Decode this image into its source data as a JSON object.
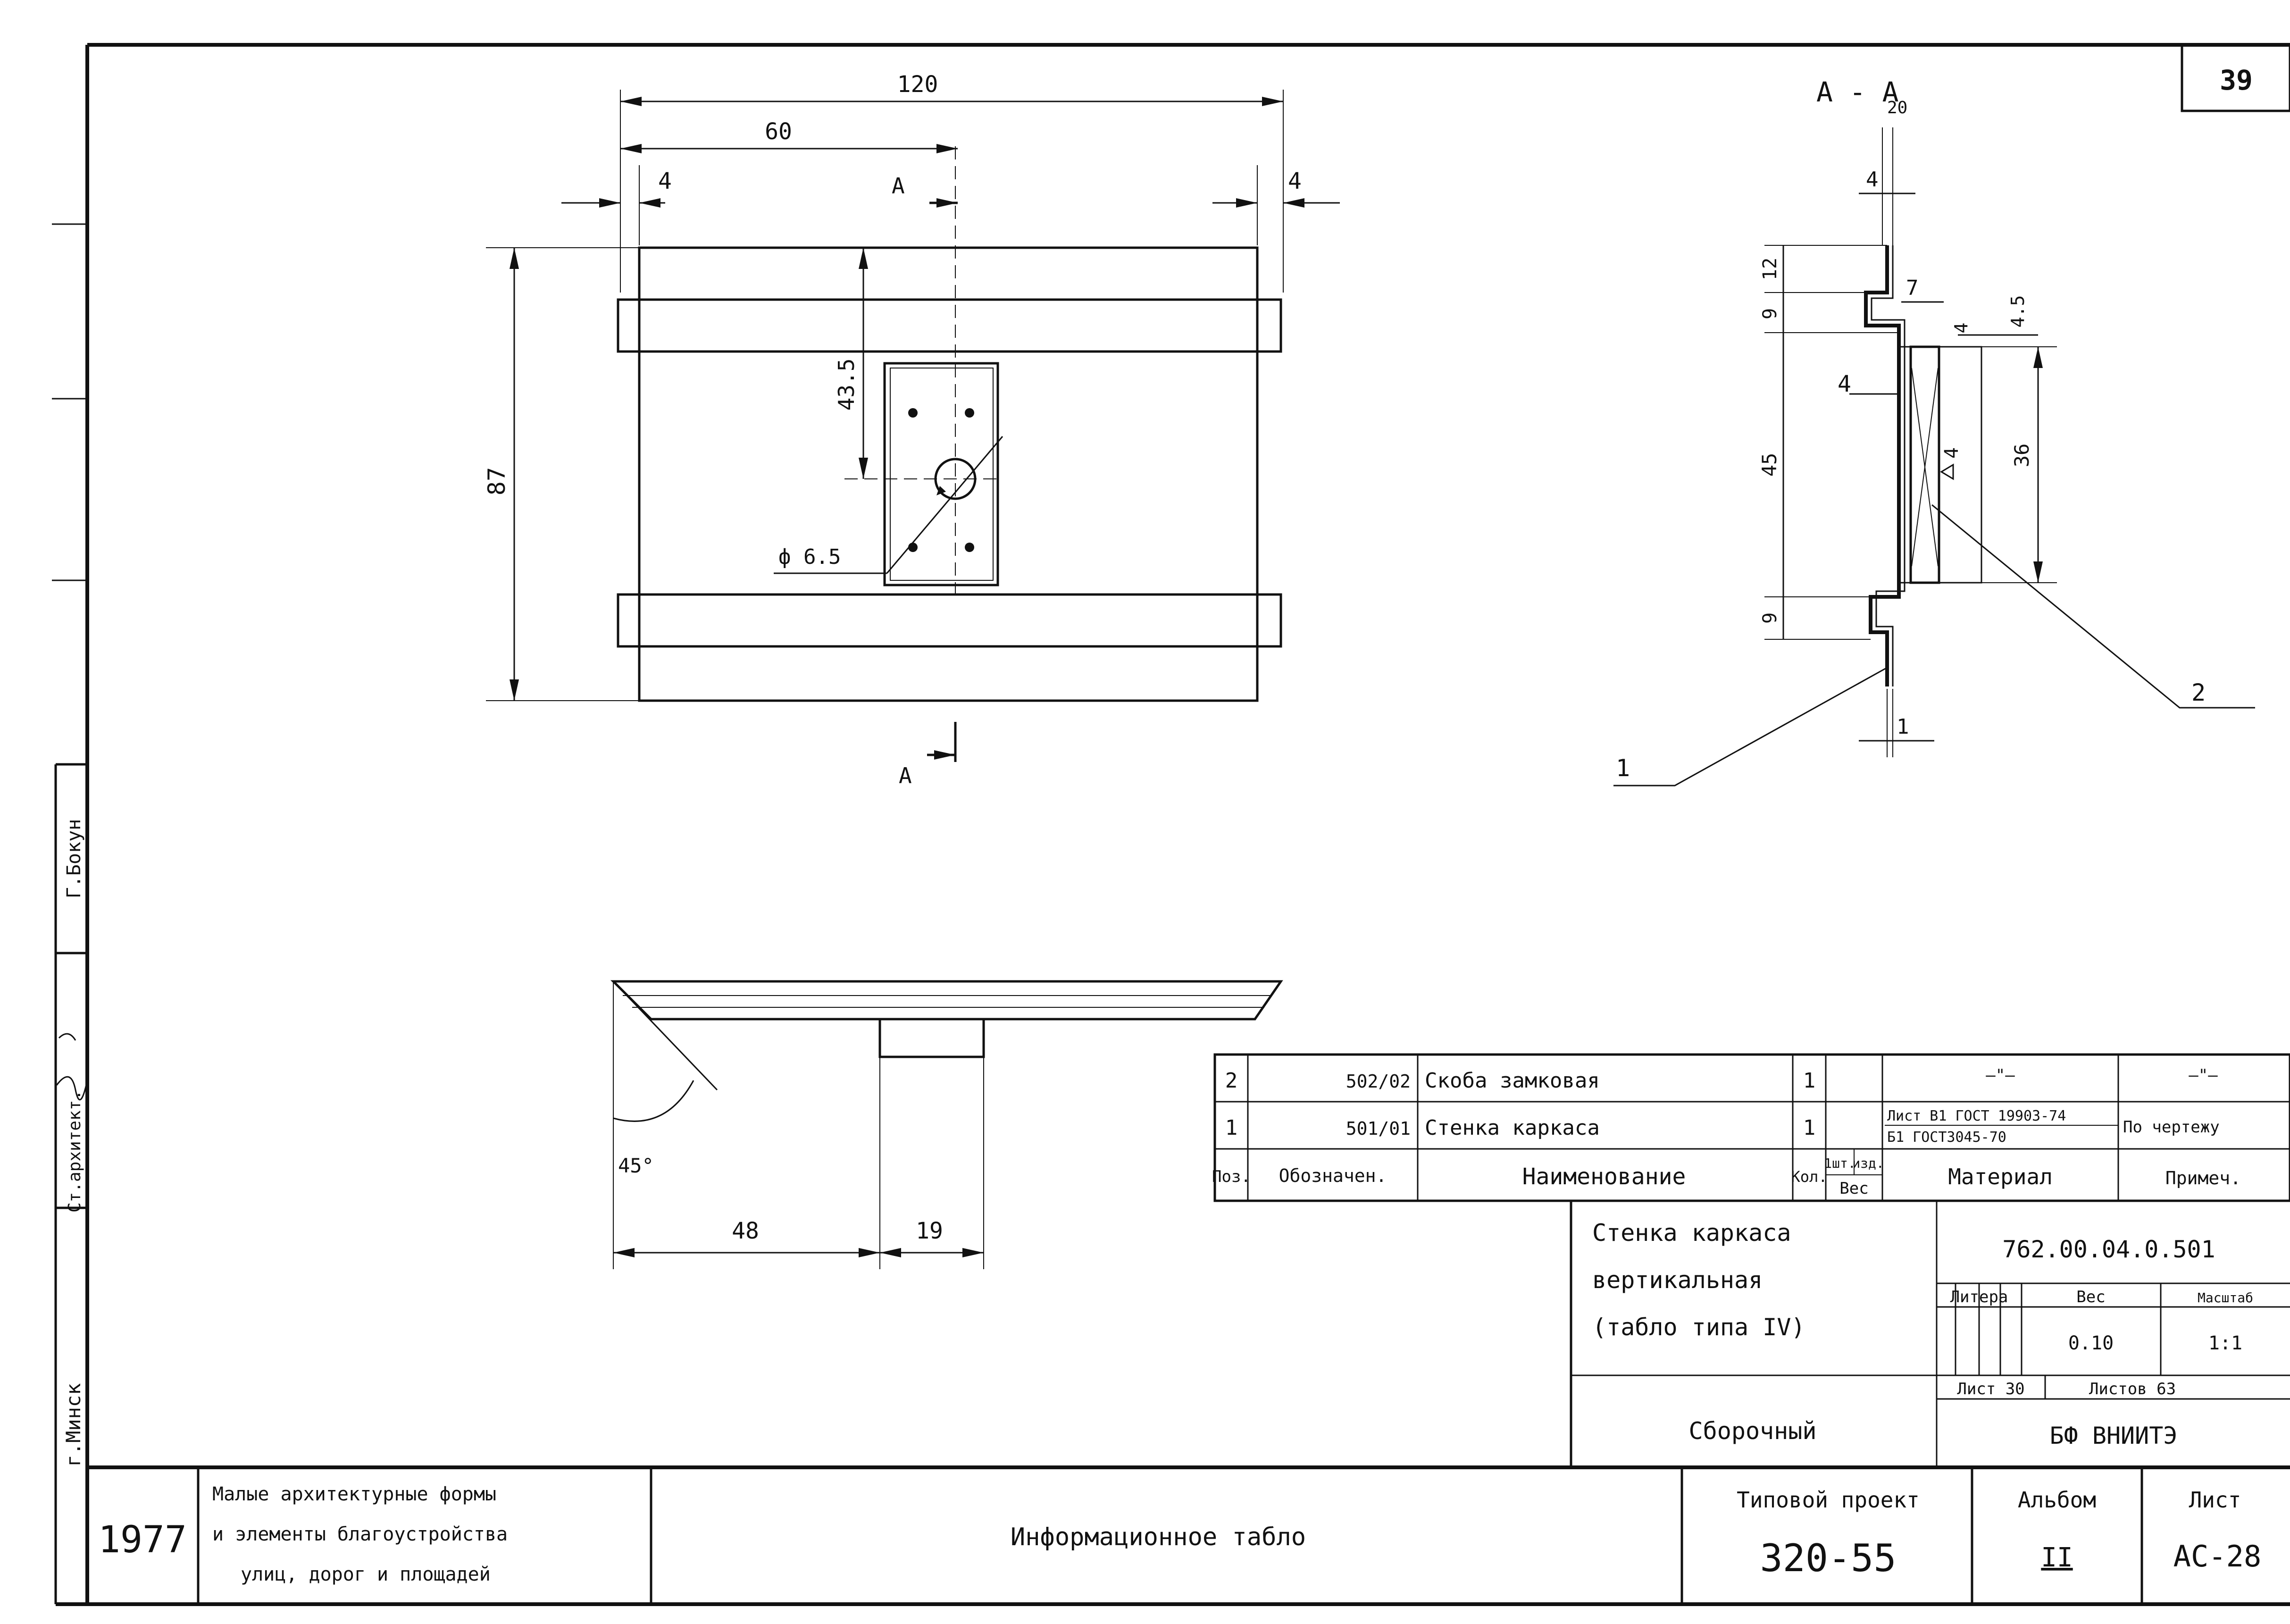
{
  "sheet_number": "39",
  "front_view": {
    "dims": {
      "overall_width": "120",
      "half_width": "60",
      "left_offset": "4",
      "right_offset": "4",
      "overall_height": "87",
      "hole_offset": "43.5"
    },
    "hole_dia": "ф 6.5",
    "section_mark": "А"
  },
  "section_view": {
    "title": "А - А",
    "title_sub": "20",
    "dims": {
      "top_thickness": "4",
      "top_flange": "12",
      "upper_offset": "9",
      "lower_offset": "9",
      "web_height": "45",
      "depth": "7",
      "lip": "4",
      "lip_gap": "4.5",
      "inner_height": "36",
      "plate_thickness": "4",
      "weld": "4",
      "bottom_thickness": "1"
    },
    "callouts": [
      "1",
      "2"
    ]
  },
  "side_view": {
    "angle": "45°",
    "dim_left": "48",
    "dim_right": "19"
  },
  "spec_table": {
    "rows": [
      {
        "pos": "2",
        "designation": "502/02",
        "name": "Скоба замковая",
        "qty": "1",
        "weight": "",
        "material_top": "—\"—",
        "material_note": "",
        "remark": "—\"—"
      },
      {
        "pos": "1",
        "designation": "501/01",
        "name": "Стенка каркаса",
        "qty": "1",
        "weight": "",
        "material_top": "Лист В1 ГОСТ 19903-74",
        "material_note": "Б1 ГОСТ3045-70",
        "remark": "По чертежу"
      }
    ],
    "header": {
      "pos": "Поз.",
      "designation": "Обозначен.",
      "name": "Наименование",
      "qty": "Кол.",
      "weight_top_left": "1шт.",
      "weight_top_right": "изд.",
      "weight": "Вес",
      "material": "Материал",
      "remark": "Примеч."
    }
  },
  "title_block": {
    "part_title_1": "Стенка каркаса",
    "part_title_2": "вертикальная",
    "part_title_3": "(табло типа IV)",
    "doc_number": "762.00.04.0.501",
    "litera_label": "Литера",
    "weight_label": "Вес",
    "scale_label": "Масштаб",
    "weight_value": "0.10",
    "scale_value": "1:1",
    "sheet_label": "Лист 30",
    "sheets_label": "Листов 63",
    "drawing_type": "Сборочный",
    "organization": "БФ ВНИИТЭ"
  },
  "bottom_strip": {
    "year": "1977",
    "subject_1": "Малые архитектурные формы",
    "subject_2": "и элементы благоустройства",
    "subject_3": "улиц, дорог и площадей",
    "product": "Информационное табло",
    "project_label": "Типовой проект",
    "project_number": "320-55",
    "album_label": "Альбом",
    "album_number": "II",
    "sheet_label": "Лист",
    "sheet_number": "АС-28"
  },
  "side_stamp": {
    "city": "г.Минск",
    "role": "Ст.архитект.",
    "name": "Г.Бокун"
  }
}
